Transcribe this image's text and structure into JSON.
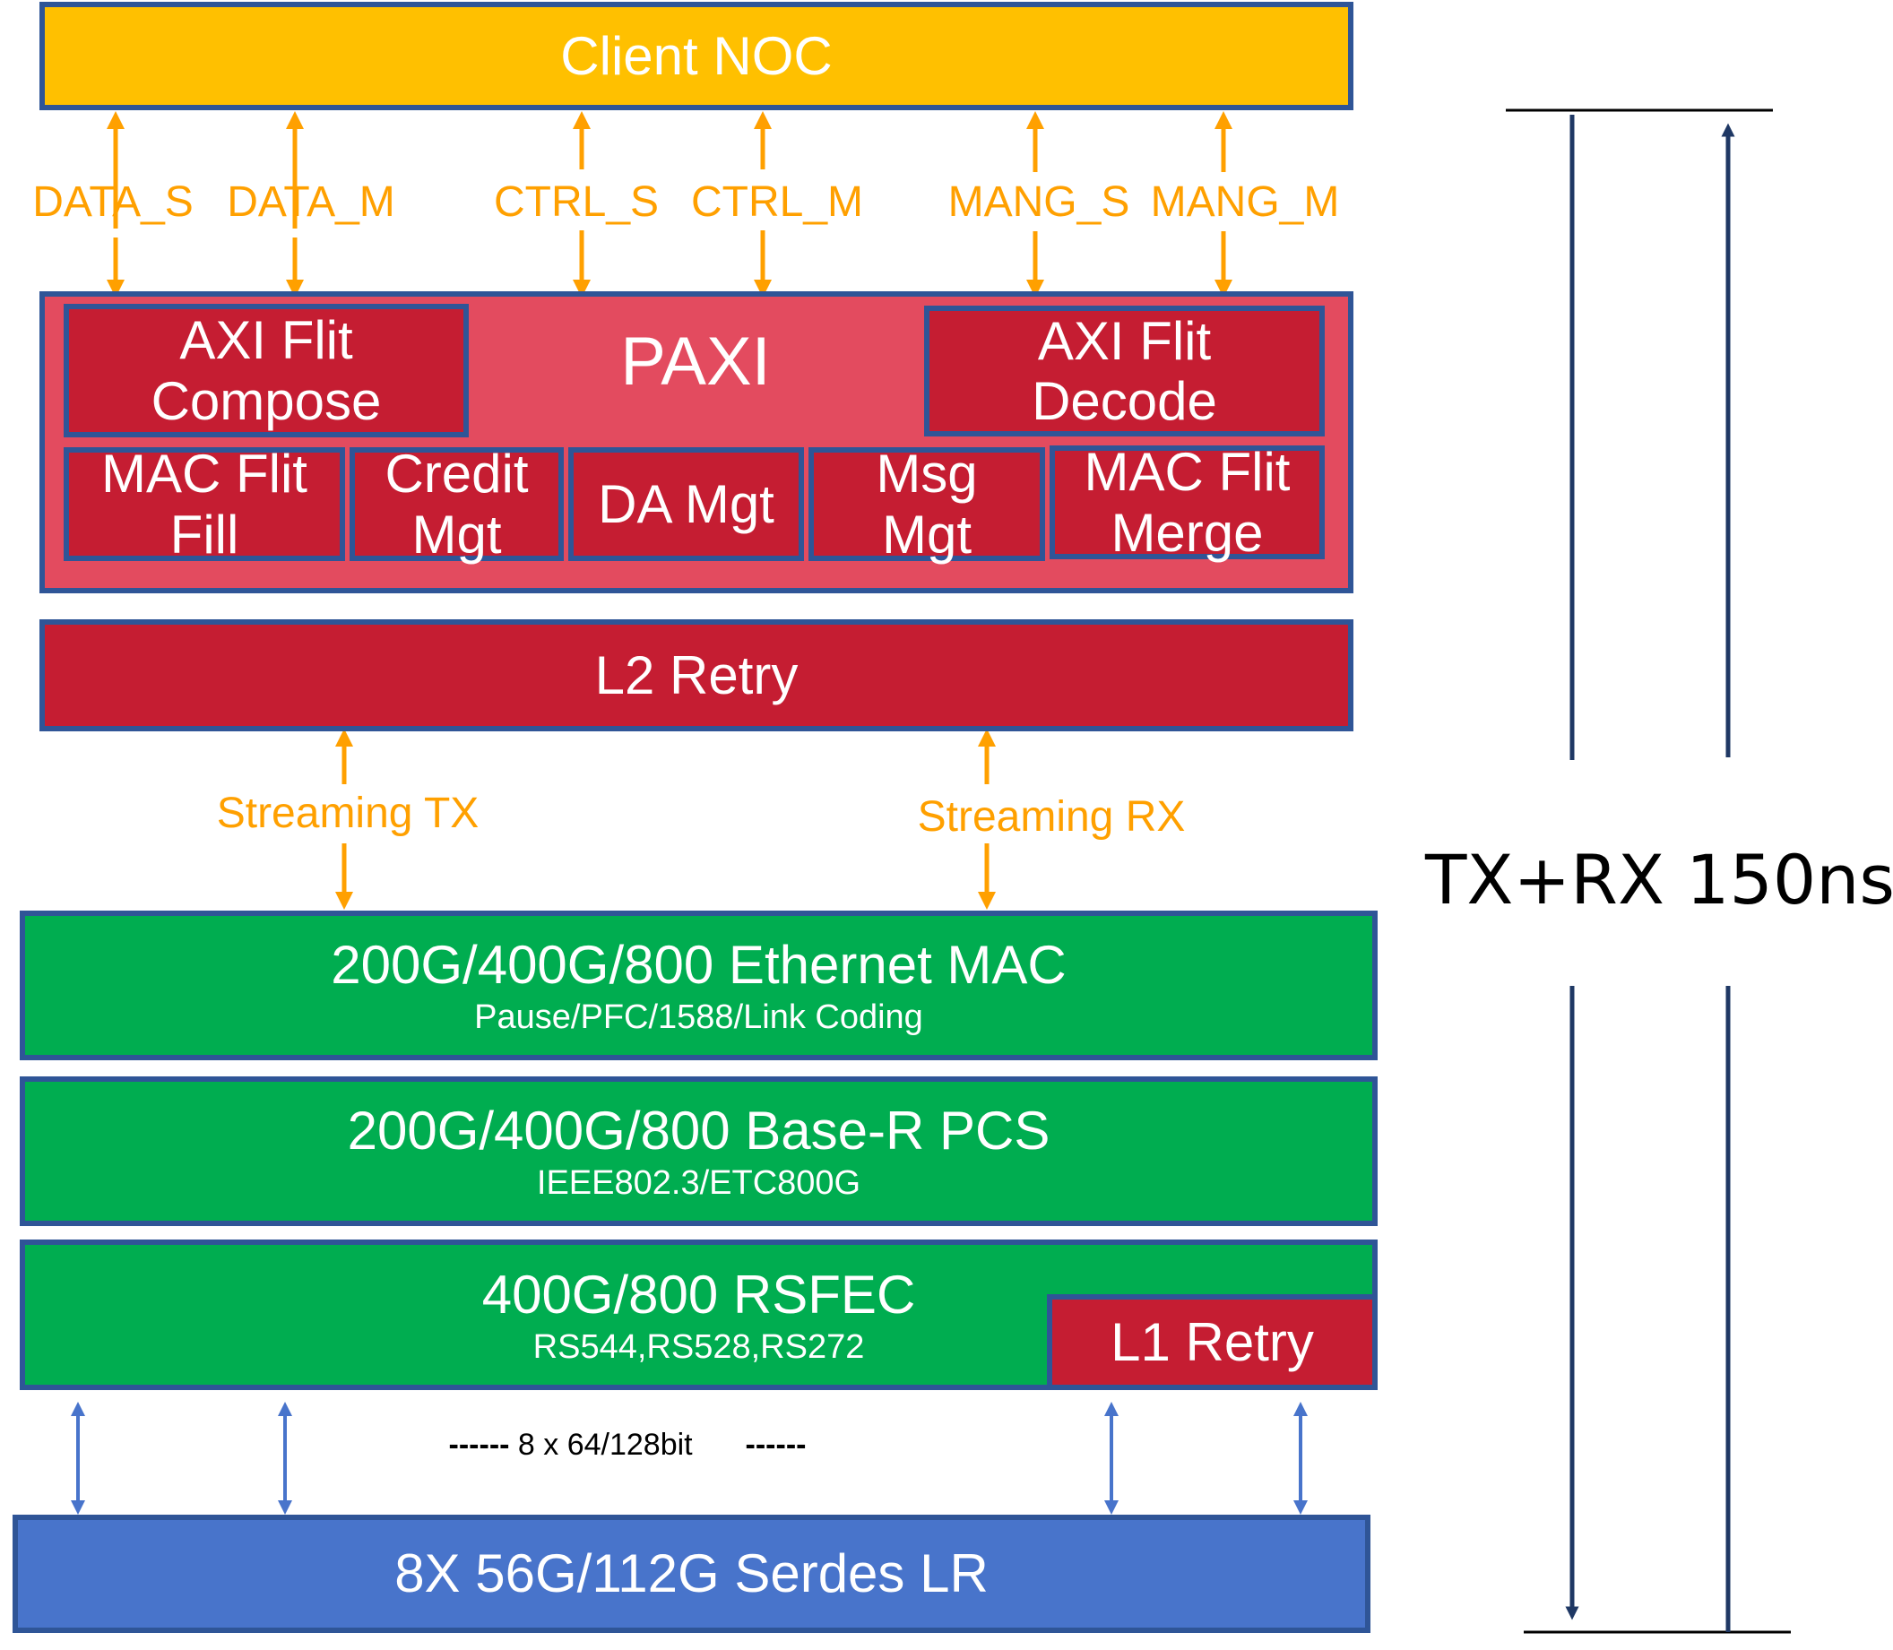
{
  "client_noc": {
    "label": "Client NOC"
  },
  "signals_top": [
    {
      "label": "DATA_S"
    },
    {
      "label": "DATA_M"
    },
    {
      "label": "CTRL_S"
    },
    {
      "label": "CTRL_M"
    },
    {
      "label": "MANG_S"
    },
    {
      "label": "MANG_M"
    }
  ],
  "paxi": {
    "label": "PAXI",
    "blocks": {
      "axi_compose": "AXI Flit\nCompose",
      "axi_decode": "AXI Flit\nDecode",
      "mac_fill": "MAC Flit\nFill",
      "credit_mgt": "Credit\nMgt",
      "da_mgt": "DA Mgt",
      "msg_mgt": "Msg\nMgt",
      "mac_merge": "MAC Flit\nMerge"
    }
  },
  "l2_retry": {
    "label": "L2 Retry"
  },
  "streaming": {
    "tx": "Streaming TX",
    "rx": "Streaming RX"
  },
  "eth_mac": {
    "title": "200G/400G/800 Ethernet MAC",
    "subtitle": "Pause/PFC/1588/Link Coding"
  },
  "pcs": {
    "title": "200G/400G/800 Base-R PCS",
    "subtitle": "IEEE802.3/ETC800G"
  },
  "rsfec": {
    "title": "400G/800 RSFEC",
    "subtitle": "RS544,RS528,RS272"
  },
  "l1_retry": {
    "label": "L1 Retry"
  },
  "bus": {
    "dash_left": "------",
    "label": "8 x 64/128bit",
    "dash_right": "------"
  },
  "serdes": {
    "label": "8X 56G/112G Serdes LR"
  },
  "latency": {
    "label": "TX+RX 150ns"
  },
  "colors": {
    "client_noc": "#ffc000",
    "paxi": "#e34b5f",
    "red_block": "#c51d32",
    "green_block": "#00ad50",
    "serdes": "#4874cb",
    "border": "#2f5597",
    "signal_arrow": "#ffa000",
    "bus_arrow": "#4874cb",
    "latency_arrow": "#1f3864"
  }
}
